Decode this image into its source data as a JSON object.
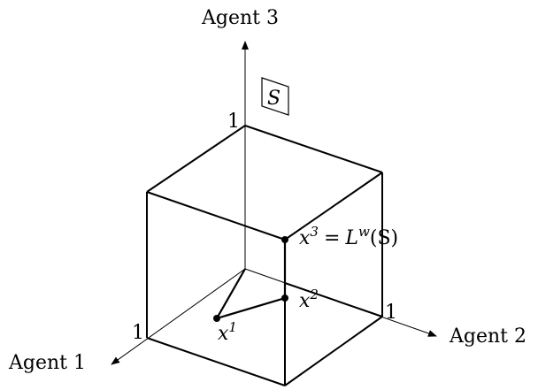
{
  "axes": {
    "agent3": "Agent 3",
    "agent2": "Agent 2",
    "agent1": "Agent 1"
  },
  "ticks": {
    "top": "1",
    "right": "1",
    "left": "1"
  },
  "set_label": "S",
  "points": {
    "x1": {
      "base": "x",
      "sup": "1"
    },
    "x2": {
      "base": "x",
      "sup": "2"
    },
    "x3": {
      "base": "x",
      "sup": "3",
      "rhs_base": "L",
      "rhs_sup": "w",
      "rhs_arg": "(S)",
      "eq": "="
    }
  }
}
